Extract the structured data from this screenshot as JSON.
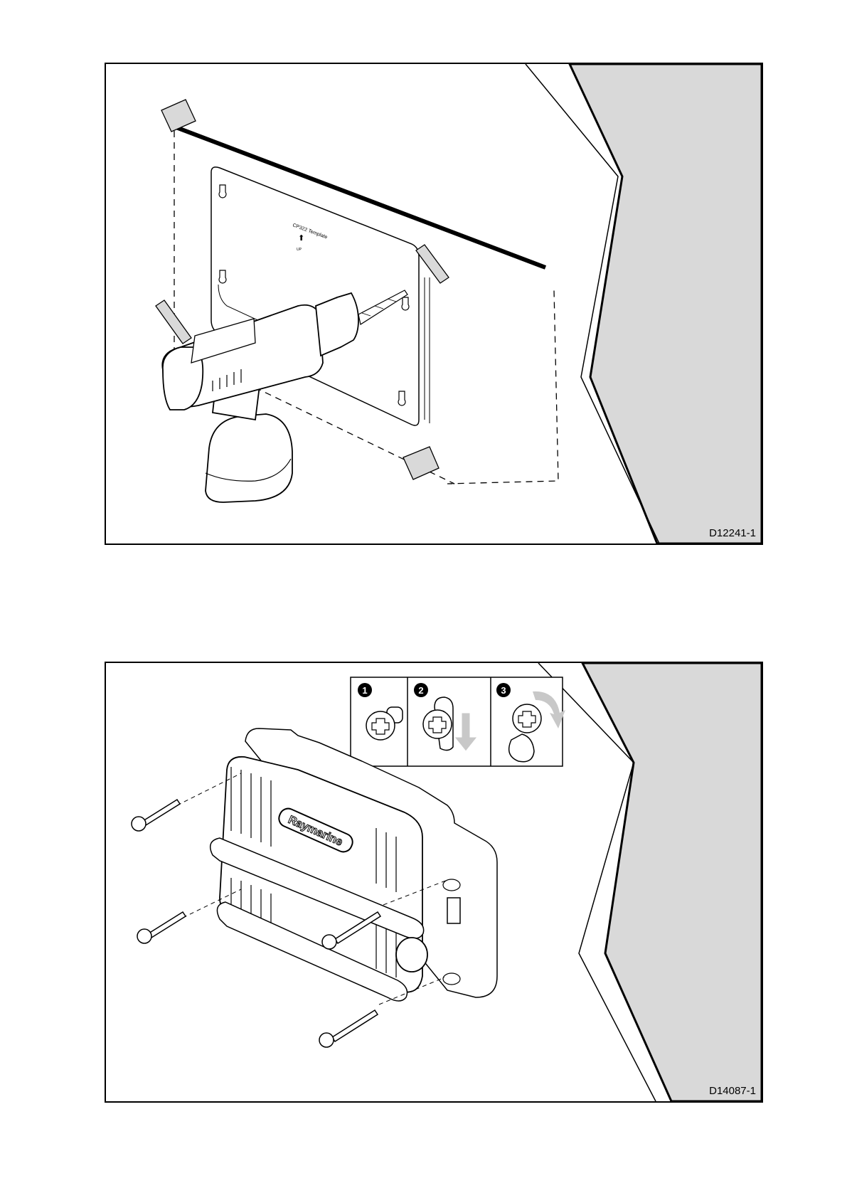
{
  "figures": [
    {
      "id": "D12241-1",
      "template_title": "CP322 Template",
      "template_up": "UP"
    },
    {
      "id": "D14087-1",
      "brand": "Raymarine",
      "steps": [
        "1",
        "2",
        "3"
      ]
    }
  ]
}
